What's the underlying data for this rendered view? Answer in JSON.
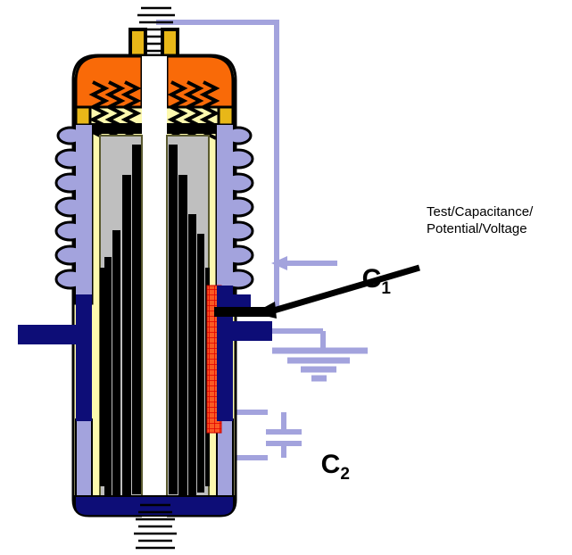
{
  "diagram": {
    "title_label": "Test/Capacitance/\nPotential/Voltage",
    "capacitor_1_label": "C",
    "capacitor_1_sub": "1",
    "capacitor_2_label": "C",
    "capacitor_2_sub": "2",
    "colors": {
      "orange_cap": "#f96a08",
      "gold_strip": "#e8b718",
      "pale_yellow": "#fdf9ae",
      "grey_chamber": "#bfbfbf",
      "navy": "#0d0d77",
      "periwinkle": "#a3a3dd",
      "red_hatch": "#fb4e1e",
      "black": "#000000",
      "white": "#ffffff"
    },
    "parts": {
      "top_threaded_rod": "threaded-rod-top",
      "bottom_threaded_rod": "threaded-rod-bottom",
      "terminal_blocks": "gold-terminal-blocks",
      "end_cap": "orange-end-cap",
      "springs": "compression-springs",
      "insulator_skirts": "ribbed-insulator-skirt",
      "electrode_left": "navy-electrode-left",
      "electrode_right": "navy-electrode-right",
      "hatched_region": "red-hatched-dielectric",
      "ground": "ground-symbol",
      "pointer": "pointer-arrow"
    }
  }
}
